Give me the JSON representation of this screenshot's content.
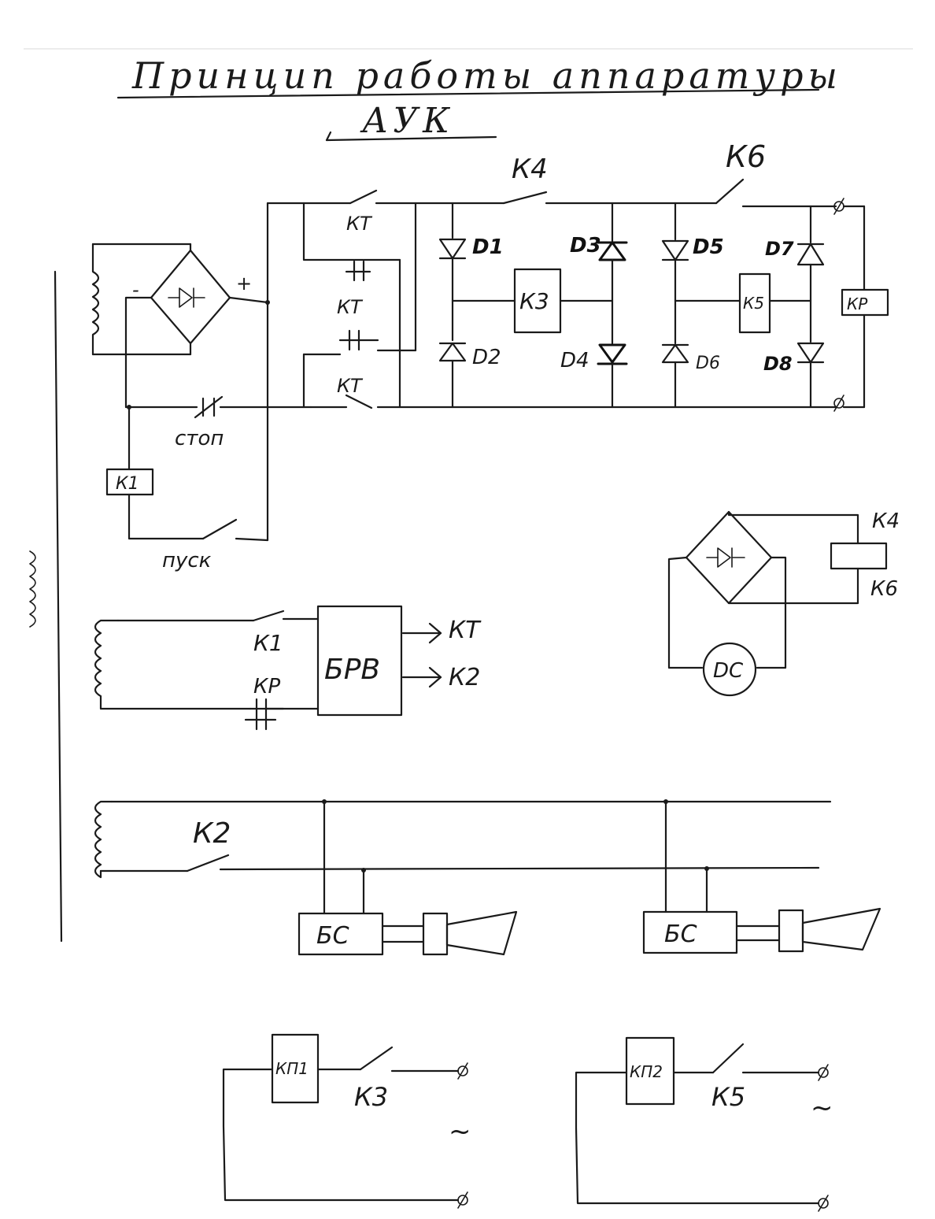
{
  "title": {
    "line1": "Принцип работы аппаратуры",
    "line2": "АУК"
  },
  "relay_circuit": {
    "contacts": {
      "k4": "К4",
      "k6": "К6",
      "kt_top": "КТ",
      "kt_mid": "КТ",
      "kt_bottom": "КТ",
      "stop": "стоп",
      "start": "пуск"
    },
    "coils": {
      "k1": "К1",
      "k3": "К3",
      "k5": "К5",
      "kr": "КР"
    },
    "diodes": {
      "d1": "D1",
      "d2": "D2",
      "d3": "D3",
      "d4": "D4",
      "d5": "D5",
      "d6": "D6",
      "d7": "D7",
      "d8": "D8"
    },
    "bridge_minus": "-",
    "bridge_plus": "+"
  },
  "motor_circuit": {
    "k4": "К4",
    "k6": "К6",
    "motor": "DC"
  },
  "brv_circuit": {
    "k1": "К1",
    "kr": "КР",
    "block": "БРВ",
    "out_kt": "КТ",
    "out_k2": "К2"
  },
  "siren_circuit": {
    "k2": "К2",
    "bs_left": "БС",
    "bs_right": "БС"
  },
  "kp_circuits": {
    "kp1": "КП1",
    "k3": "К3",
    "ac_left": "~",
    "kp2": "КП2",
    "k5": "К5",
    "ac_right": "~"
  }
}
